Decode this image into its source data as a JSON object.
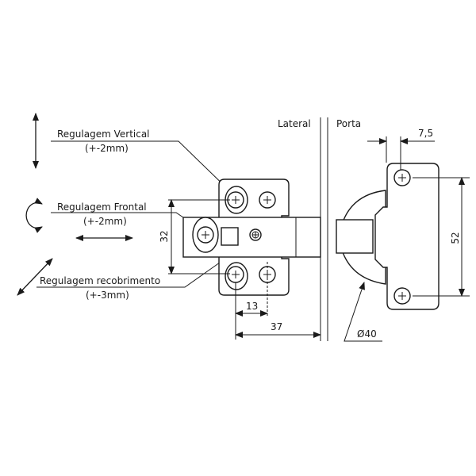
{
  "labels": {
    "vertical": {
      "title": "Regulagem Vertical",
      "range": "(+-2mm)"
    },
    "frontal": {
      "title": "Regulagem Frontal",
      "range": "(+-2mm)"
    },
    "recobrimento": {
      "title": "Regulagem recobrimento",
      "range": "(+-3mm)"
    },
    "lateral": "Lateral",
    "porta": "Porta"
  },
  "dimensions": {
    "d_7_5": "7,5",
    "d_52": "52",
    "d_32": "32",
    "d_13": "13",
    "d_37": "37",
    "d_40": "Ø40"
  },
  "colors": {
    "line": "#1a1a1a",
    "background": "#ffffff"
  }
}
